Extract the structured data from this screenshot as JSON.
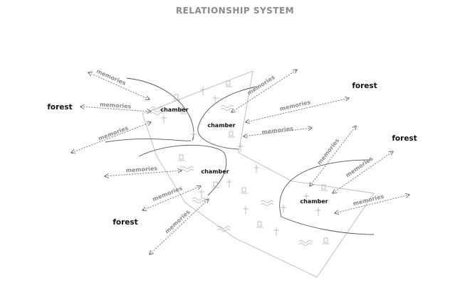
{
  "title": "RELATIONSHIP SYSTEM",
  "forest_label": "forest",
  "chamber_label": "chamber",
  "memories_label": "memories",
  "colors": {
    "line": "#555555",
    "dashed": "#777777",
    "polygon": "#bcbcbc",
    "label_gray": "#8a8a8a",
    "text": "#111111"
  }
}
